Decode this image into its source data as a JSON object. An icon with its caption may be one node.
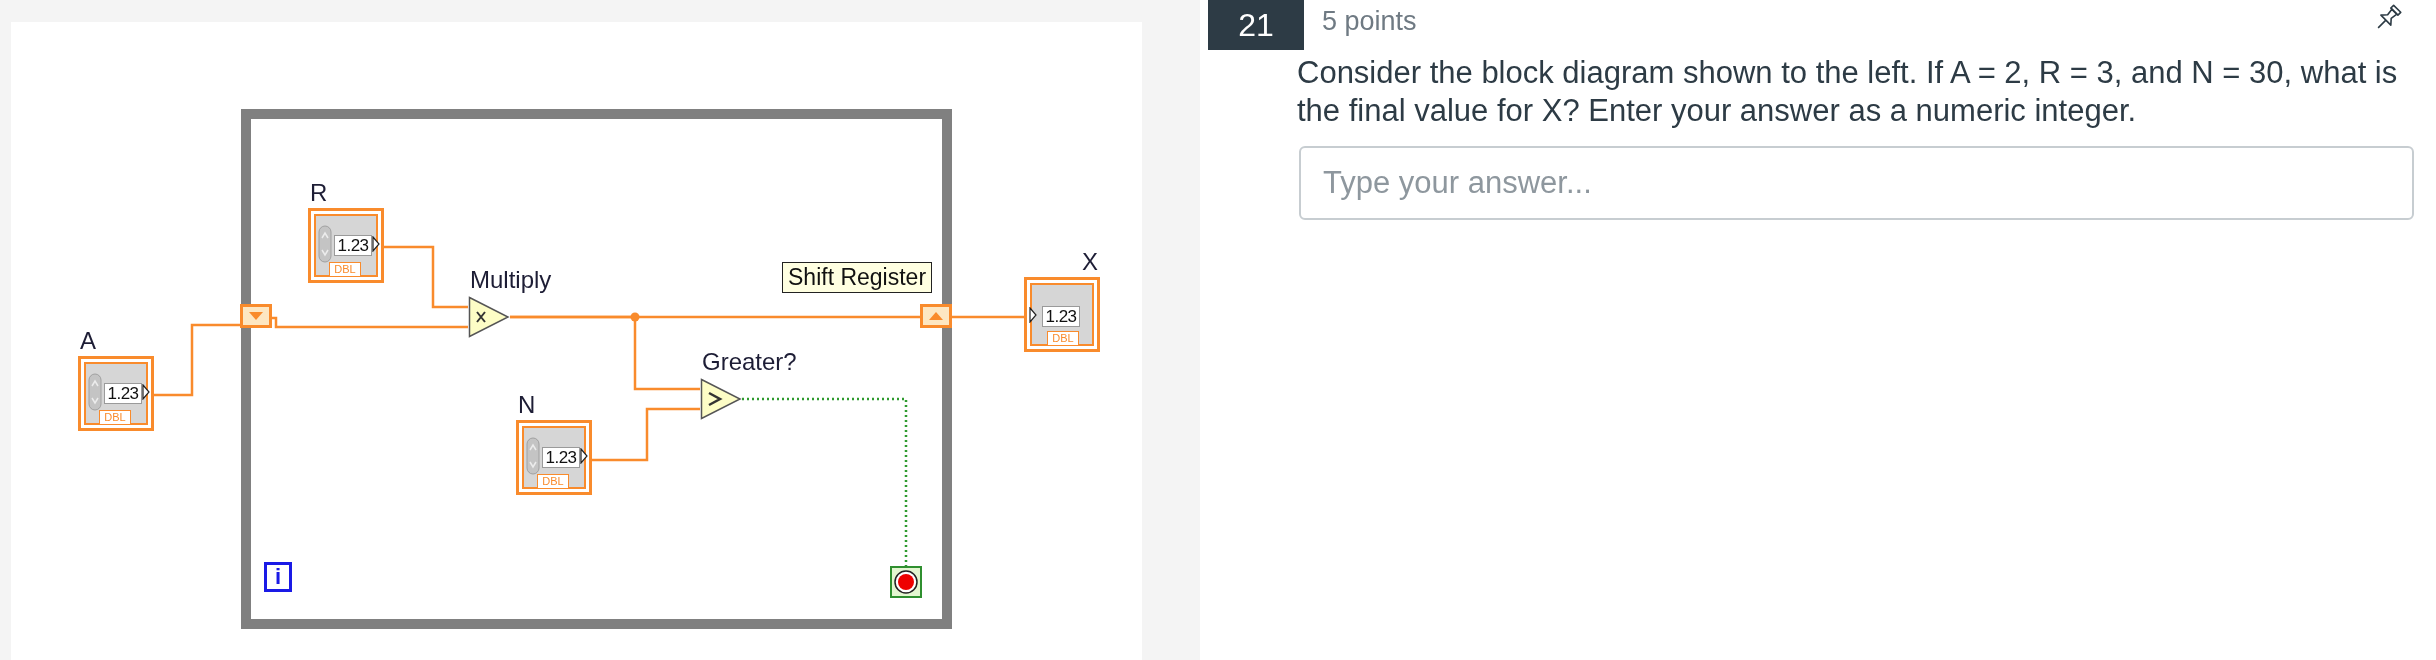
{
  "diagram": {
    "nodes": [
      {
        "text": [
          "A",
          "1.23",
          "DBL"
        ]
      },
      {
        "text": [],
        "shape": "box"
      },
      {
        "text": [
          "R",
          "1.23",
          "DBL"
        ],
        "in": 1
      },
      {
        "text": [],
        "shape": "box",
        "in": 1
      },
      {
        "text": [
          "Multiply"
        ],
        "in": 1
      },
      {
        "text": [
          "Shift Register"
        ],
        "in": 1
      },
      {
        "text": [],
        "shape": "box",
        "in": 1
      },
      {
        "text": [
          "Greater?"
        ],
        "in": 1
      },
      {
        "text": [
          "N",
          "1.23",
          "DBL"
        ],
        "in": 1
      },
      {
        "text": [
          "i"
        ],
        "in": 1
      },
      {
        "text": [],
        "shape": "box",
        "in": 1
      },
      {
        "text": [
          "X",
          "1.23",
          "DBL"
        ]
      }
    ],
    "edges": [
      {
        "from": 0,
        "to": 3,
        "arrow": "none"
      },
      {
        "from": 3,
        "to": 4,
        "arrow": "none"
      },
      {
        "from": 2,
        "to": 4,
        "arrow": "none"
      },
      {
        "from": 4,
        "to": 6,
        "arrow": "none"
      },
      {
        "from": 4,
        "to": 7,
        "arrow": "none"
      },
      {
        "from": 8,
        "to": 7,
        "arrow": "none"
      },
      {
        "from": 7,
        "to": 10,
        "arrow": "none",
        "style": "dashed",
        "color": "#2e9a2e"
      },
      {
        "from": 6,
        "to": 11,
        "arrow": "none"
      }
    ],
    "labels": [
      "21",
      "5 points",
      "Consider the block diagram shown to the left. If A = 2, R = 3, and N = 30, what is the final value for X? Enter your answer as a numeric integer.",
      "Type your answer..."
    ]
  }
}
